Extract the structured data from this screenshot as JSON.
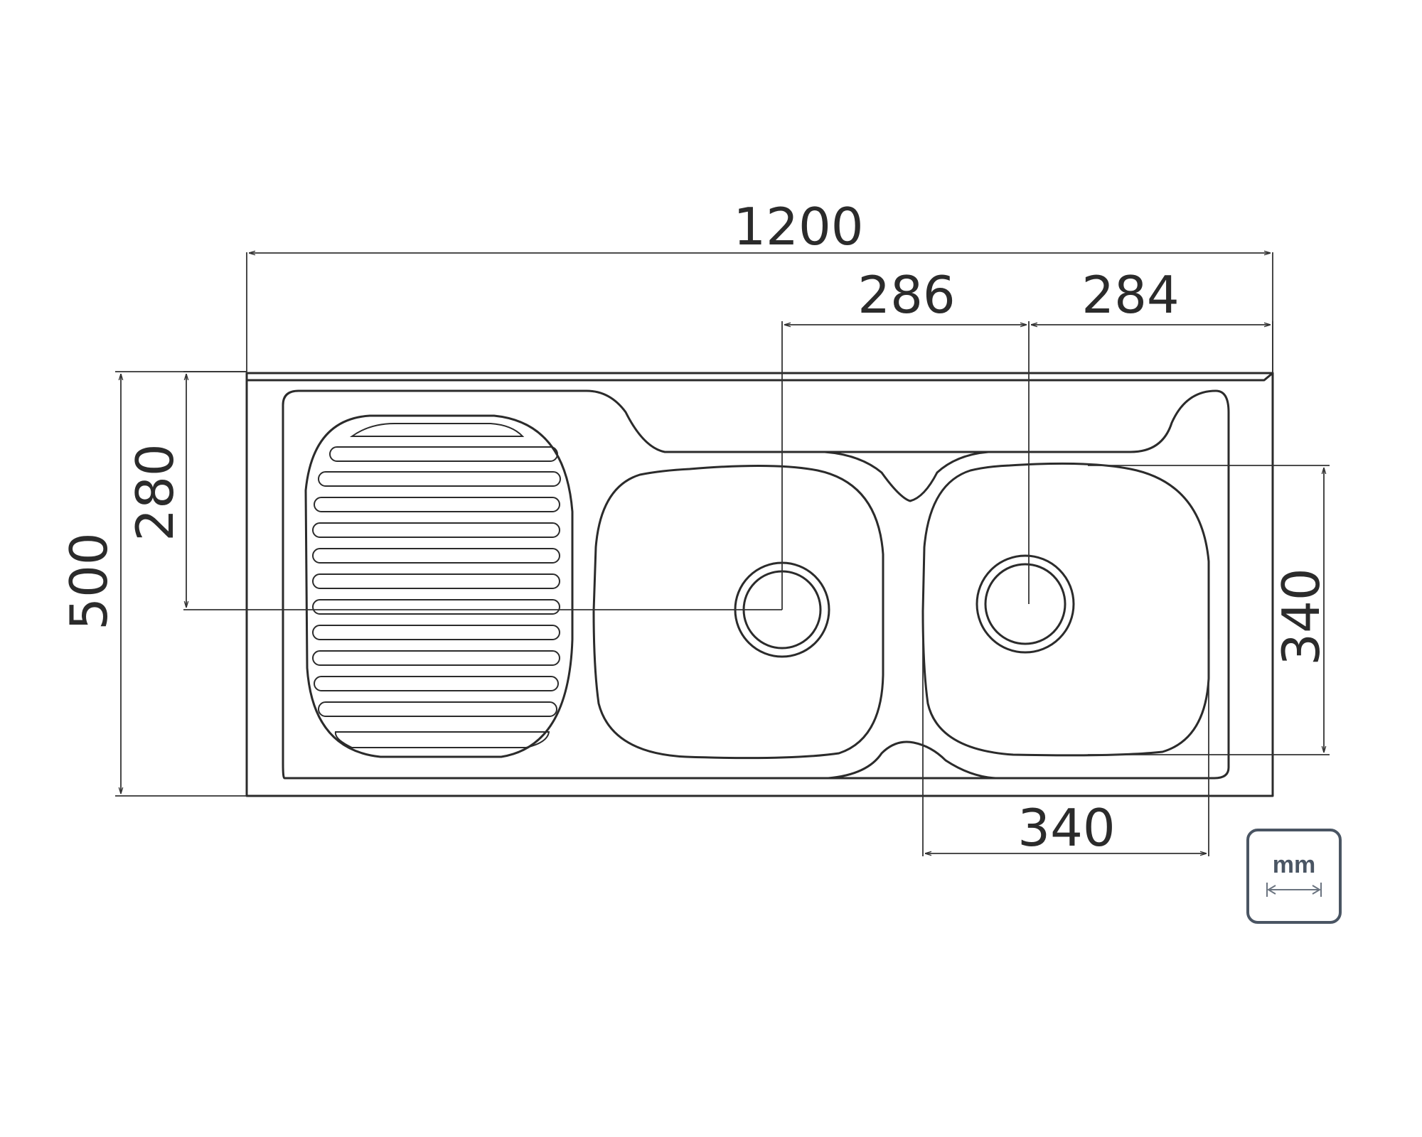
{
  "dimensions": {
    "overall_length": "1200",
    "bowl_center_offset": "286",
    "right_bowl_center_offset": "284",
    "overall_width": "500",
    "drain_depth": "280",
    "bowl_height": "340",
    "bowl_width": "340"
  },
  "unit_badge": {
    "label": "mm",
    "icon": "double-arrow-icon"
  },
  "colors": {
    "line": "#2b2b2b",
    "badge": "#4a5563"
  }
}
